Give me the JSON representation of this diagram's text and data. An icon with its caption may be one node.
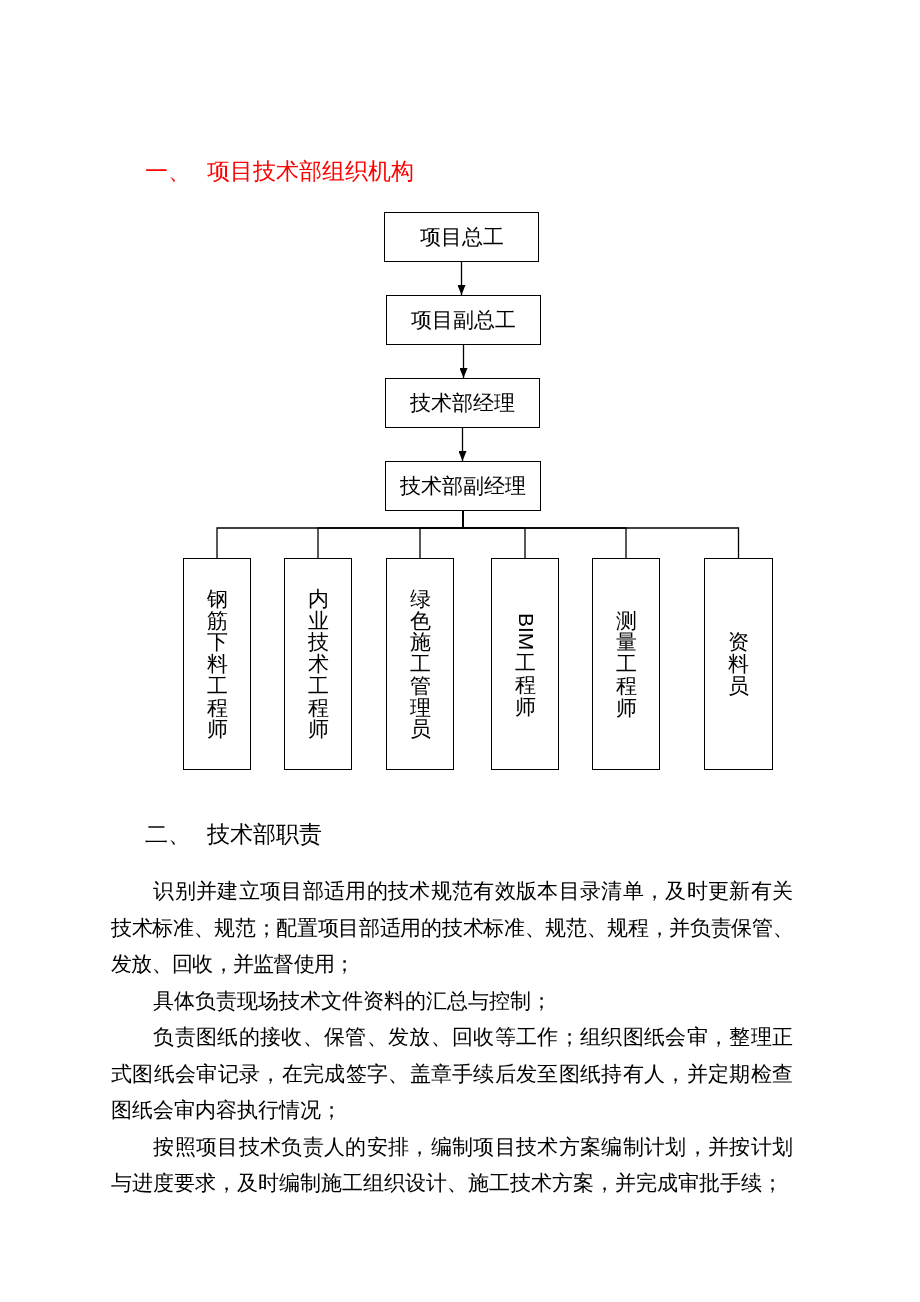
{
  "diagram": {
    "title": "一、 项目技术部组织机构",
    "nodes": [
      {
        "text": [
          "项目总工"
        ]
      },
      {
        "text": [
          "项目副总工"
        ]
      },
      {
        "text": [
          "技术部经理"
        ]
      },
      {
        "text": [
          "技术部副经理"
        ]
      },
      {
        "text": [
          "钢筋下料工程师"
        ]
      },
      {
        "text": [
          "内业技术工程师"
        ]
      },
      {
        "text": [
          "绿色施工管理员"
        ]
      },
      {
        "text": [
          "BIM工程师"
        ]
      },
      {
        "text": [
          "测量工程师"
        ]
      },
      {
        "text": [
          "资料员"
        ]
      }
    ],
    "edges": [
      {
        "from": 0,
        "to": 1,
        "arrow": "to"
      },
      {
        "from": 1,
        "to": 2,
        "arrow": "to"
      },
      {
        "from": 2,
        "to": 3,
        "arrow": "to"
      },
      {
        "from": 3,
        "to": 4,
        "arrow": "none"
      },
      {
        "from": 3,
        "to": 5,
        "arrow": "none"
      },
      {
        "from": 3,
        "to": 6,
        "arrow": "none"
      },
      {
        "from": 3,
        "to": 7,
        "arrow": "none"
      },
      {
        "from": 3,
        "to": 8,
        "arrow": "none"
      },
      {
        "from": 3,
        "to": 9,
        "arrow": "none"
      }
    ],
    "labels": [
      "二、 技术部职责",
      "识别并建立项目部适用的技术规范有效版本目录清单，及时更新有关技术标准、规范；配置项目部适用的技术标准、规范、规程，并负责保管、发放、回收，并监督使用；",
      "具体负责现场技术文件资料的汇总与控制；",
      "负责图纸的接收、保管、发放、回收等工作；组织图纸会审，整理正式图纸会审记录，在完成签字、盖章手续后发至图纸持有人，并定期检查图纸会审内容执行情况；",
      "按照项目技术负责人的安排，编制项目技术方案编制计划，并按计划与进度要求，及时编制施工组织设计、施工技术方案，并完成审批手续；"
    ]
  }
}
